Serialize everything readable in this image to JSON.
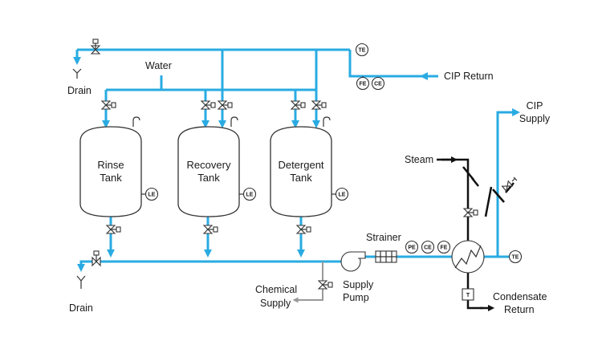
{
  "labels": {
    "drain_top": "Drain",
    "water": "Water",
    "cip_return": "CIP Return",
    "cip_supply_1": "CIP",
    "cip_supply_2": "Supply",
    "steam": "Steam",
    "strainer": "Strainer",
    "chemical_supply_1": "Chemical",
    "chemical_supply_2": "Supply",
    "supply_pump_1": "Supply",
    "supply_pump_2": "Pump",
    "condensate_return_1": "Condensate",
    "condensate_return_2": "Return",
    "drain_bottom": "Drain"
  },
  "tanks": [
    {
      "line1": "Rinse",
      "line2": "Tank",
      "level": "LE"
    },
    {
      "line1": "Recovery",
      "line2": "Tank",
      "level": "LE"
    },
    {
      "line1": "Detergent",
      "line2": "Tank",
      "level": "LE"
    }
  ],
  "instruments": {
    "te_top": "TE",
    "fe_top": "FE",
    "ce_top": "CE",
    "pe_supply": "PE",
    "ce_supply": "CE",
    "fe_supply": "FE",
    "te_supply": "TE",
    "trap": "T"
  },
  "colors": {
    "process_pipe": "#29abe2",
    "steam_pipe": "#111111",
    "chemical_pipe": "#999999"
  }
}
